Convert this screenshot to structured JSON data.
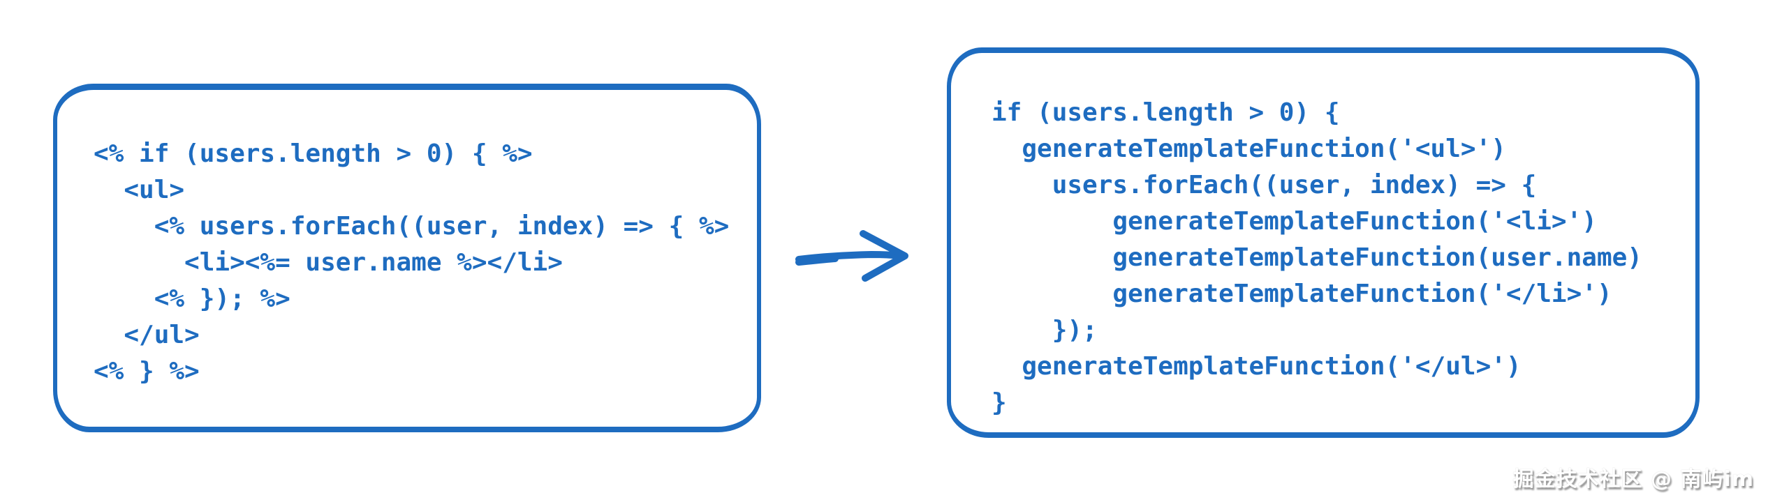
{
  "colors": {
    "ink": "#1E6CC0",
    "background": "#FFFFFF",
    "watermark": "#FFFFFF",
    "watermark_shadow": "#8F8F8F"
  },
  "left_panel": {
    "code_lines": [
      "<% if (users.length > 0) { %>",
      "  <ul>",
      "    <% users.forEach((user, index) => { %>",
      "      <li><%= user.name %></li>",
      "    <% }); %>",
      "  </ul>",
      "<% } %>"
    ]
  },
  "arrow": {
    "direction": "right"
  },
  "right_panel": {
    "code_lines": [
      "if (users.length > 0) {",
      "  generateTemplateFunction('<ul>')",
      "    users.forEach((user, index) => {",
      "        generateTemplateFunction('<li>')",
      "        generateTemplateFunction(user.name)",
      "        generateTemplateFunction('</li>')",
      "    });",
      "  generateTemplateFunction('</ul>')",
      "}"
    ]
  },
  "watermark": {
    "text": "掘金技术社区 @ 南屿im"
  }
}
